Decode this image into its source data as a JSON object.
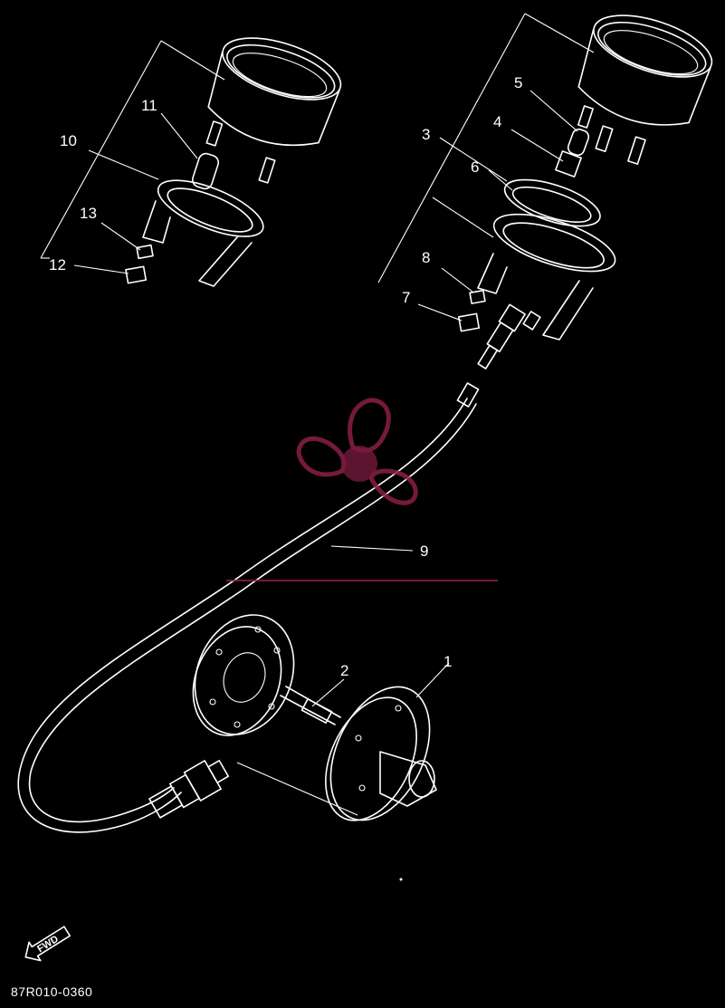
{
  "labels": {
    "n1": "1",
    "n2": "2",
    "n3": "3",
    "n4": "4",
    "n5": "5",
    "n6": "6",
    "n7": "7",
    "n8": "8",
    "n9": "9",
    "n10": "10",
    "n11": "11",
    "n12": "12",
    "n13": "13"
  },
  "fwd_arrow": "FWD",
  "drawing_code": "87R010-0360",
  "colors": {
    "background": "#000000",
    "line": "#ffffff",
    "watermark": "#8a1f47"
  },
  "watermark_icon": "propeller-logo"
}
